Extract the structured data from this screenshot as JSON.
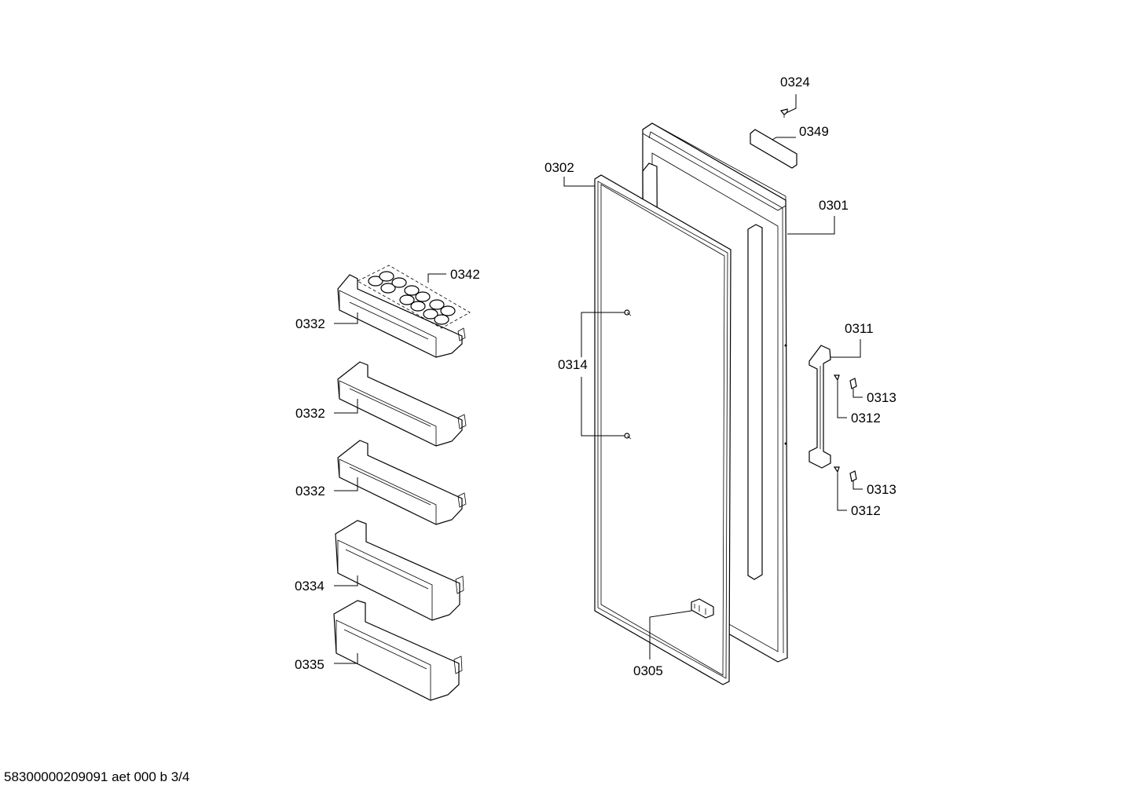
{
  "labels": {
    "l0324": "0324",
    "l0349": "0349",
    "l0302": "0302",
    "l0301": "0301",
    "l0342": "0342",
    "l0332a": "0332",
    "l0332b": "0332",
    "l0332c": "0332",
    "l0334": "0334",
    "l0335": "0335",
    "l0314": "0314",
    "l0311": "0311",
    "l0313a": "0313",
    "l0312a": "0312",
    "l0313b": "0313",
    "l0312b": "0312",
    "l0305": "0305"
  },
  "footer": "58300000209091 aet 000 b 3/4"
}
